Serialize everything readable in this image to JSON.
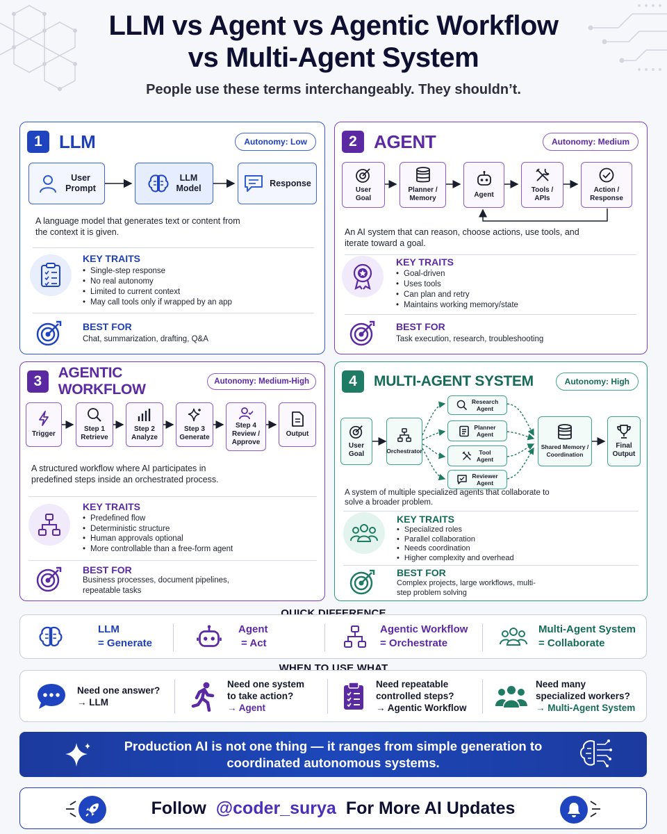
{
  "header": {
    "title_line1": "LLM vs Agent vs Agentic Workflow",
    "title_line2": "vs Multi-Agent System",
    "subtitle": "People use these terms interchangeably. They shouldn’t."
  },
  "colors": {
    "blue": "#1f44c0",
    "purple": "#5b2aa3",
    "green": "#1f7b63",
    "banner": "#1d47b9"
  },
  "cards": {
    "llm": {
      "number": "1",
      "title": "LLM",
      "autonomy": "Autonomy: Low",
      "flow": [
        "User\nPrompt",
        "LLM\nModel",
        "Response"
      ],
      "description": "A language model that generates text or content from the context it is given.",
      "traits_heading": "KEY TRAITS",
      "traits": [
        "Single-step response",
        "No real autonomy",
        "Limited to current context",
        "May call tools only if wrapped by an app"
      ],
      "best_heading": "BEST FOR",
      "best": "Chat, summarization, drafting, Q&A"
    },
    "agent": {
      "number": "2",
      "title": "AGENT",
      "autonomy": "Autonomy: Medium",
      "flow": [
        "User\nGoal",
        "Planner /\nMemory",
        "Agent",
        "Tools /\nAPIs",
        "Action /\nResponse"
      ],
      "description": "An AI system that can reason, choose actions, use tools, and iterate toward a goal.",
      "traits_heading": "KEY TRAITS",
      "traits": [
        "Goal-driven",
        "Uses tools",
        "Can plan and retry",
        "Maintains working memory/state"
      ],
      "best_heading": "BEST FOR",
      "best": "Task execution, research, troubleshooting"
    },
    "workflow": {
      "number": "3",
      "title": "AGENTIC WORKFLOW",
      "autonomy": "Autonomy: Medium-High",
      "flow": [
        "Trigger",
        "Step 1\nRetrieve",
        "Step 2\nAnalyze",
        "Step 3\nGenerate",
        "Step 4\nReview /\nApprove",
        "Output"
      ],
      "description": "A structured workflow where AI participates in predefined steps inside an orchestrated process.",
      "traits_heading": "KEY TRAITS",
      "traits": [
        "Predefined flow",
        "Deterministic structure",
        "Human approvals optional",
        "More controllable than a free-form agent"
      ],
      "best_heading": "BEST FOR",
      "best": "Business processes, document pipelines, repeatable tasks"
    },
    "multi": {
      "number": "4",
      "title": "MULTI-AGENT SYSTEM",
      "autonomy": "Autonomy: High",
      "flow": {
        "goal": "User\nGoal",
        "orchestrator": "Orchestrator",
        "agents": [
          "Research\nAgent",
          "Planner\nAgent",
          "Tool\nAgent",
          "Reviewer\nAgent"
        ],
        "memory": "Shared Memory /\nCoordination",
        "output": "Final\nOutput"
      },
      "description": "A system of multiple specialized agents that collaborate to solve a broader problem.",
      "traits_heading": "KEY TRAITS",
      "traits": [
        "Specialized roles",
        "Parallel collaboration",
        "Needs coordination",
        "Higher complexity and overhead"
      ],
      "best_heading": "BEST FOR",
      "best": "Complex projects, large workflows, multi-step problem solving"
    }
  },
  "quick_difference": {
    "heading": "QUICK DIFFERENCE",
    "items": [
      {
        "name": "LLM",
        "verb": "= Generate",
        "icon": "brain-icon"
      },
      {
        "name": "Agent",
        "verb": "= Act",
        "icon": "robot-icon"
      },
      {
        "name": "Agentic Workflow",
        "verb": "= Orchestrate",
        "icon": "flowchart-icon"
      },
      {
        "name": "Multi-Agent System",
        "verb": "= Collaborate",
        "icon": "group-icon"
      }
    ]
  },
  "when_to_use": {
    "heading": "WHEN TO USE WHAT",
    "items": [
      {
        "question": "Need one answer?",
        "answer": "→ LLM",
        "icon": "chat-bubble-icon"
      },
      {
        "question": "Need one system\nto take action?",
        "answer": "→ Agent",
        "icon": "running-person-icon"
      },
      {
        "question": "Need repeatable\ncontrolled steps?",
        "answer": "→ Agentic Workflow",
        "icon": "clipboard-icon"
      },
      {
        "question": "Need many\nspecialized workers?",
        "answer": "→ Multi-Agent System",
        "icon": "team-icon"
      }
    ]
  },
  "banner": {
    "text": "Production AI is not one thing — it ranges from simple generation to coordinated autonomous systems."
  },
  "follow": {
    "prefix": "Follow",
    "handle": "@coder_surya",
    "suffix": "For More AI Updates"
  }
}
